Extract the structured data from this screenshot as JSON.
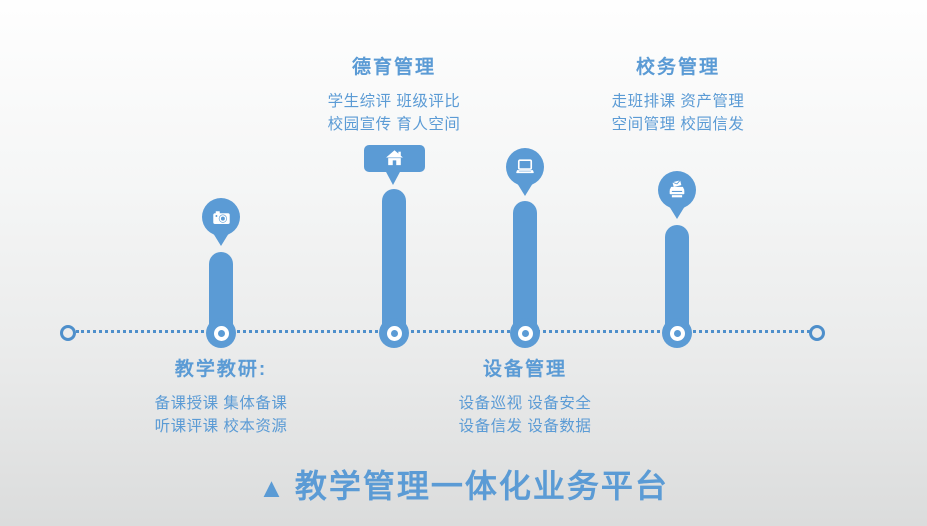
{
  "title": {
    "marker": "▲",
    "text": "教学管理一体化业务平台"
  },
  "colors": {
    "accent": "#5B9BD5",
    "dotted_line": "#4E8FCB",
    "icon_foreground": "#FFFFFF",
    "background_top": "#FEFEFE",
    "background_bottom": "#DBDCDC"
  },
  "sections": {
    "top": [
      {
        "heading": "德育管理",
        "lines": [
          "学生综评 班级评比",
          "校园宣传 育人空间"
        ]
      },
      {
        "heading": "校务管理",
        "lines": [
          "走班排课 资产管理",
          "空间管理 校园信发"
        ]
      }
    ],
    "bottom": [
      {
        "heading": "教学教研:",
        "lines": [
          "备课授课 集体备课",
          "听课评课 校本资源"
        ]
      },
      {
        "heading": "设备管理",
        "lines": [
          "设备巡视 设备安全",
          "设备信发 设备数据"
        ]
      }
    ]
  },
  "timeline": {
    "pillars": [
      {
        "icon": "camera-icon",
        "bubble_shape": "circle"
      },
      {
        "icon": "home-icon",
        "bubble_shape": "rounded-rect"
      },
      {
        "icon": "laptop-icon",
        "bubble_shape": "circle"
      },
      {
        "icon": "printer-icon",
        "bubble_shape": "circle"
      }
    ]
  }
}
